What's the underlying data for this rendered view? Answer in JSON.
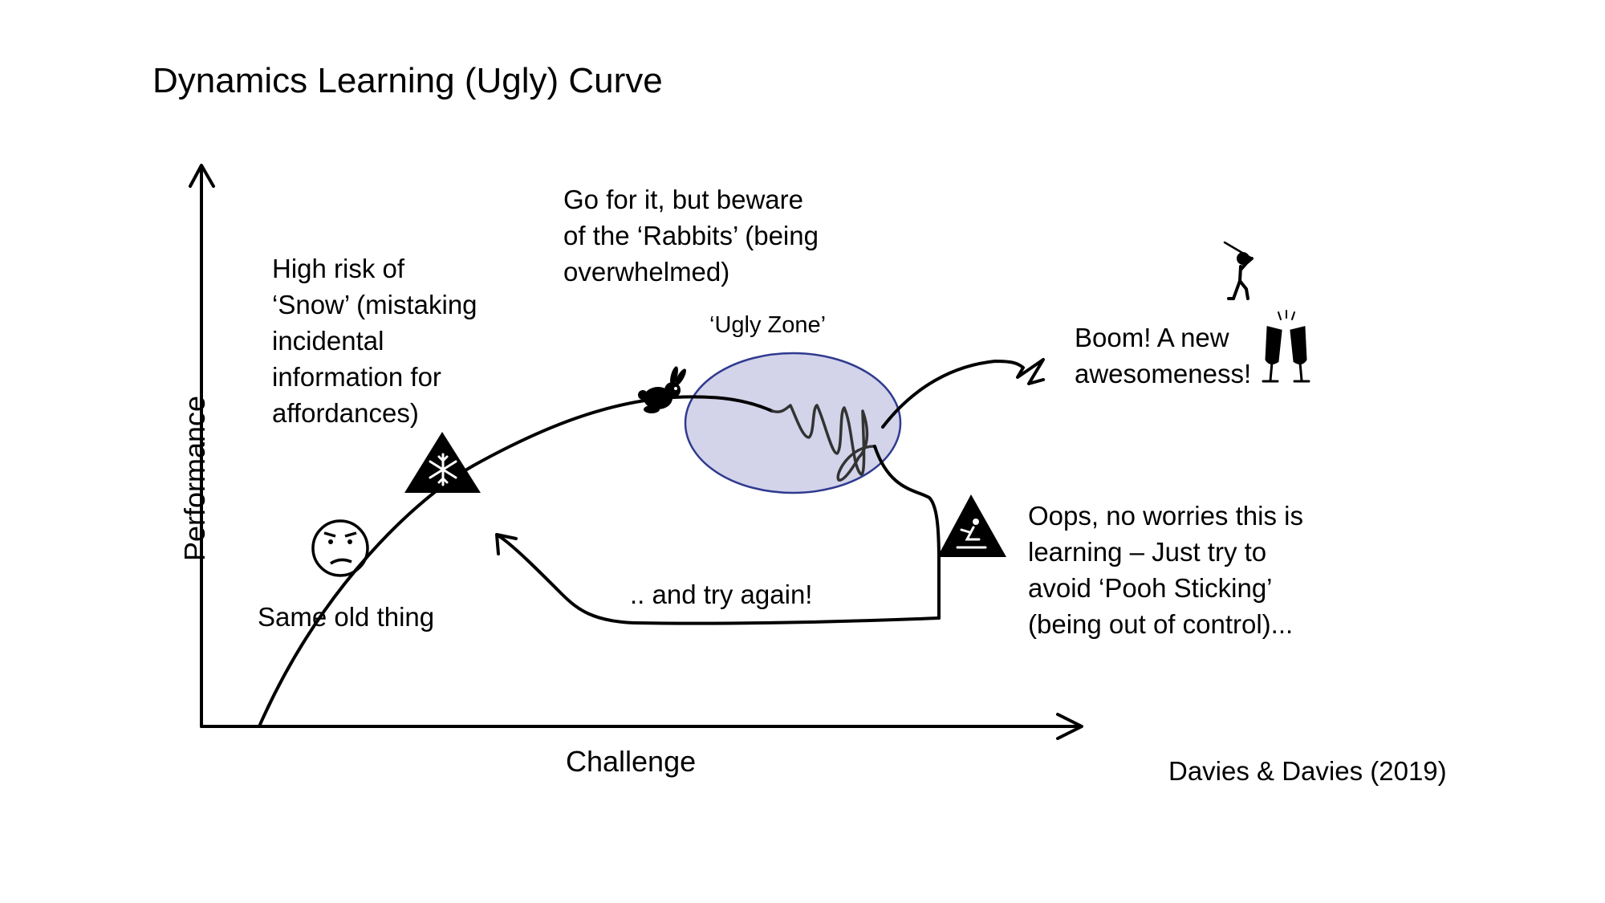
{
  "title": "Dynamics Learning (Ugly) Curve",
  "axes": {
    "x_label": "Challenge",
    "y_label": "Performance"
  },
  "annotations": {
    "snow": [
      "High risk of",
      "‘Snow’ (mistaking",
      "incidental",
      "information for",
      "affordances)"
    ],
    "rabbits": [
      "Go for it, but beware",
      "of the ‘Rabbits’ (being",
      "overwhelmed)"
    ],
    "ugly_zone": "‘Ugly Zone’",
    "boom": [
      "Boom! A new",
      "awesomeness!"
    ],
    "oops": [
      "Oops, no worries this is",
      "learning – Just try to",
      "avoid ‘Pooh Sticking’",
      "(being out of control)..."
    ],
    "try_again": ".. and try again!",
    "same_old": "Same old thing"
  },
  "citation": "Davies & Davies (2019)",
  "icons": [
    "worried-face-icon",
    "snowflake-warning-icon",
    "rabbit-icon",
    "slip-warning-icon",
    "golfer-icon",
    "champagne-toast-icon"
  ],
  "colors": {
    "ugly_zone_fill": "#d3d3ea",
    "ugly_zone_stroke": "#2f3a8f",
    "line": "#000000"
  }
}
